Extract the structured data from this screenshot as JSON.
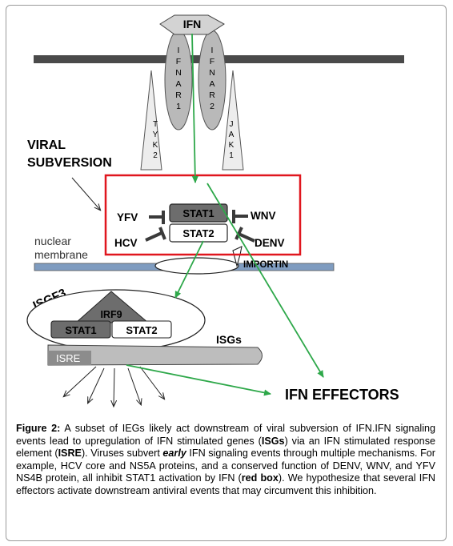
{
  "labels": {
    "ifn": "IFN",
    "ifnar1": "IFNAR1",
    "ifnar2": "IFNAR2",
    "tyk2": "TYK2",
    "jak1": "JAK1",
    "viral_subversion_line1": "VIRAL",
    "viral_subversion_line2": "SUBVERSION",
    "yfv": "YFV",
    "hcv": "HCV",
    "wnv": "WNV",
    "denv": "DENV",
    "stat1": "STAT1",
    "stat2": "STAT2",
    "nuclear": "nuclear",
    "membrane": "membrane",
    "importin": "IMPORTIN",
    "isgf3": "ISGF3",
    "irf9": "IRF9",
    "complex_stat1": "STAT1",
    "complex_stat2": "STAT2",
    "isgs": "ISGs",
    "isre": "ISRE",
    "ifn_effectors": "IFN EFFECTORS"
  },
  "caption": {
    "figure_label": "Figure 2:",
    "text_1": " A subset of IEGs likely act downstream of viral subversion of IFN.IFN signaling events lead to upregulation of IFN stimulated genes (",
    "bold_isgs": "ISGs",
    "text_2": ") via an IFN stimulated response element (",
    "bold_isre": "ISRE",
    "text_3": "). Viruses subvert ",
    "bold_early": "early",
    "text_4": " IFN signaling events through multiple mechanisms. For example, HCV core and NS5A proteins, and a conserved function of DENV, WNV, and YFV NS4B protein, all inhibit STAT1 activation by IFN (",
    "bold_red_box": "red box",
    "text_5": "). We hypothesize that several IFN effectors activate downstream antiviral events that may circumvent this inhibition."
  },
  "colors": {
    "green_arrow": "#2ea84a",
    "red_box": "#e0161e",
    "stat1_fill": "#6d6d6d",
    "receptor_fill": "#b9b9b9",
    "membrane_fill": "#7f9cc0",
    "bar_fill": "#4a4a4a"
  }
}
